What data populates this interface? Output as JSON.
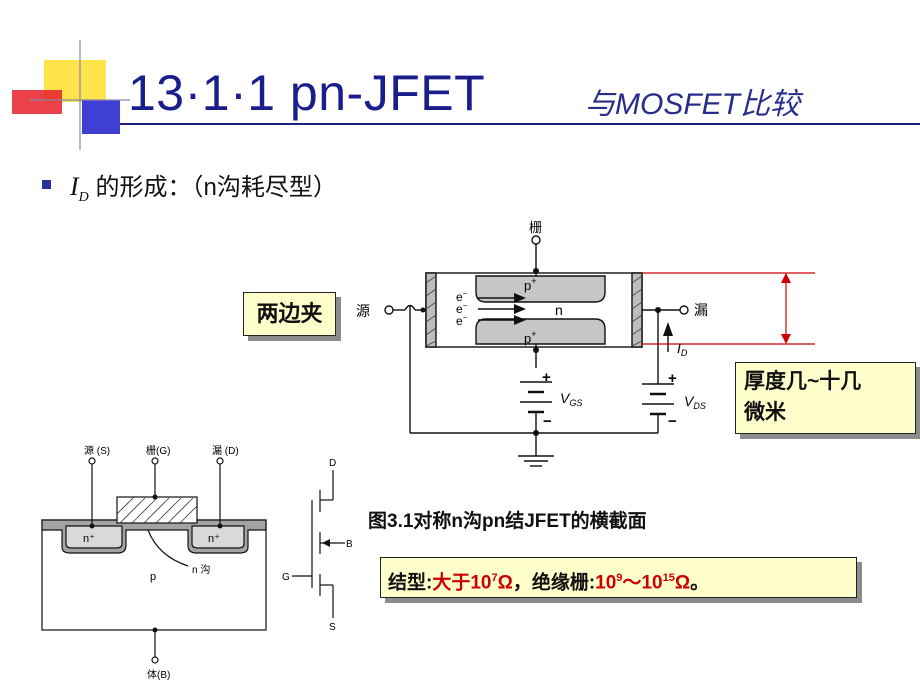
{
  "title": "13·1·1 pn-JFET",
  "subtitle": "与MOSFET比较",
  "heading": {
    "symbol_main": "I",
    "symbol_sub": "D",
    "text": "的形成：（n沟耗尽型）"
  },
  "callouts": {
    "clamp": "两边夹",
    "thickness_line1": "厚度几~十几",
    "thickness_line2": "微米"
  },
  "figure_caption": "图3.1对称n沟pn结JFET的横截面",
  "comparison": {
    "prefix": "结型:",
    "junction_value": "大于10",
    "junction_exp": "7",
    "junction_unit": "Ω",
    "separator": "，绝缘栅:",
    "insulated_a": "10",
    "insulated_a_exp": "9",
    "tilde": "～",
    "insulated_b": "10",
    "insulated_b_exp": "15",
    "insulated_unit": "Ω",
    "end": "。"
  },
  "jfet_diagram": {
    "gate": "栅",
    "source": "源",
    "drain": "漏",
    "channel": "n",
    "p_plus": "p",
    "plus_sign": "+",
    "electron": "e",
    "minus_sign": "−",
    "plus": "+",
    "minus": "−",
    "vgs_main": "V",
    "vgs_sub": "GS",
    "vds_main": "V",
    "vds_sub": "DS",
    "id_main": "I",
    "id_sub": "D"
  },
  "mosfet_diagram": {
    "source": "源 (S)",
    "gate": "栅(G)",
    "drain": "漏 (D)",
    "body": "体(B)",
    "n_plus": "n⁺",
    "substrate": "p",
    "channel": "n 沟"
  },
  "symbol_diagram": {
    "d": "D",
    "g": "G",
    "s": "S",
    "b": "B"
  },
  "colors": {
    "title": "#1a1e8c",
    "callout_bg": "#ffffcc",
    "highlight": "#cc0000",
    "dimension": "#cc0000",
    "deco_yellow": "#ffe34a",
    "deco_red": "#e8202a",
    "deco_blue": "#3f3fd4"
  }
}
